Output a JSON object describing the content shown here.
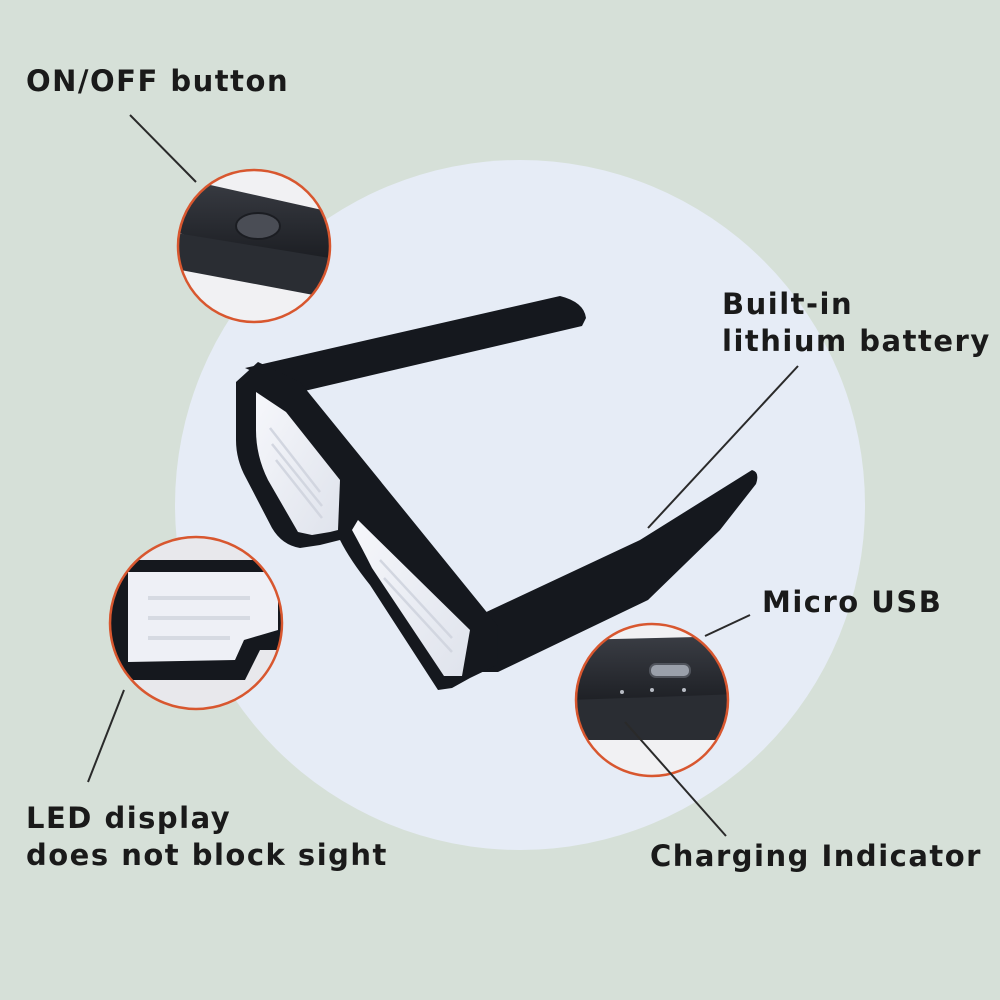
{
  "colors": {
    "background": "#d6e0d8",
    "spotlight": "#e6ecf6",
    "frame": "#15181e",
    "lens": "#eef0f6",
    "callout_ring": "#d8572f",
    "text": "#1a1a1a"
  },
  "labels": {
    "on_off": "ON/OFF button",
    "battery_line1": "Built-in",
    "battery_line2": "lithium battery",
    "micro_usb": "Micro USB",
    "led_line1": "LED display",
    "led_line2": "does not block sight",
    "charging": "Charging Indicator"
  }
}
